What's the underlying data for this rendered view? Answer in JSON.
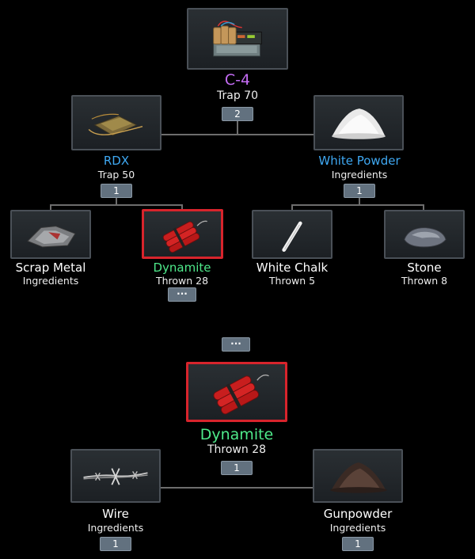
{
  "tree_top": {
    "root": {
      "name": "C-4",
      "sub": "Trap 70",
      "qty": "2",
      "name_color": "#c46cf4"
    },
    "left": {
      "name": "RDX",
      "sub": "Trap 50",
      "qty": "1",
      "name_color": "#3fa8f2"
    },
    "right": {
      "name": "White Powder",
      "sub": "Ingredients",
      "qty": "1",
      "name_color": "#3fa8f2"
    },
    "leaves": [
      {
        "name": "Scrap Metal",
        "sub": "Ingredients"
      },
      {
        "name": "Dynamite",
        "sub": "Thrown 28",
        "more": "···",
        "name_color": "#4ee98a"
      },
      {
        "name": "White Chalk",
        "sub": "Thrown 5"
      },
      {
        "name": "Stone",
        "sub": "Thrown 8"
      }
    ]
  },
  "tree_bottom": {
    "more": "···",
    "root": {
      "name": "Dynamite",
      "sub": "Thrown 28",
      "qty": "1",
      "name_color": "#4ee98a"
    },
    "left": {
      "name": "Wire",
      "sub": "Ingredients",
      "qty": "1"
    },
    "right": {
      "name": "Gunpowder",
      "sub": "Ingredients",
      "qty": "1"
    }
  },
  "colors": {
    "selected_border": "#d8242c",
    "badge": "#62717f",
    "connector": "#6d6d6d"
  },
  "icons": {
    "c4": "c4-explosive-icon",
    "rdx": "rdx-bundle-icon",
    "white_powder": "white-powder-pile-icon",
    "scrap_metal": "scrap-metal-icon",
    "dynamite": "dynamite-icon",
    "white_chalk": "white-chalk-icon",
    "stone": "stone-icon",
    "wire": "barbed-wire-icon",
    "gunpowder": "gunpowder-pile-icon"
  }
}
